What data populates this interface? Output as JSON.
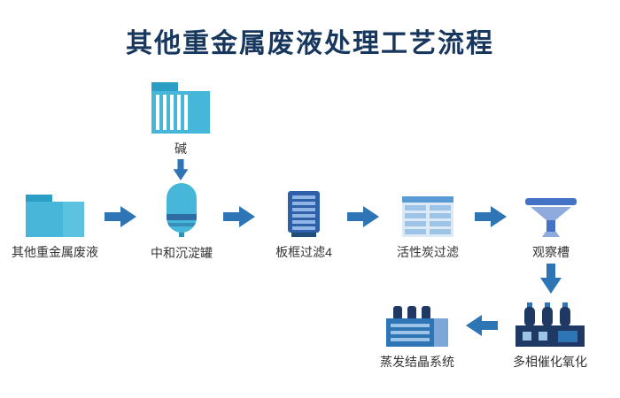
{
  "title": "其他重金属废液处理工艺流程",
  "nodes": {
    "alkali": {
      "label": "碱"
    },
    "waste": {
      "label": "其他重金属废液"
    },
    "neutralization_tank": {
      "label": "中和沉淀罐"
    },
    "plate_frame_filter": {
      "label": "板框过滤4"
    },
    "activated_carbon_filter": {
      "label": "活性炭过滤"
    },
    "observation_tank": {
      "label": "观察槽"
    },
    "catalytic_oxidation": {
      "label": "多相催化氧化"
    },
    "evaporation_crystallization": {
      "label": "蒸发结晶系统"
    }
  },
  "colors": {
    "title": "#17375e",
    "teal": "#46b7d8",
    "teal_dark": "#2b9ec6",
    "blue": "#2e75b6",
    "navy": "#1f3864",
    "light_blue": "#9dc3e6",
    "periwinkle": "#8faadc",
    "arrow": "#2e75b6",
    "label_text": "#333333"
  }
}
